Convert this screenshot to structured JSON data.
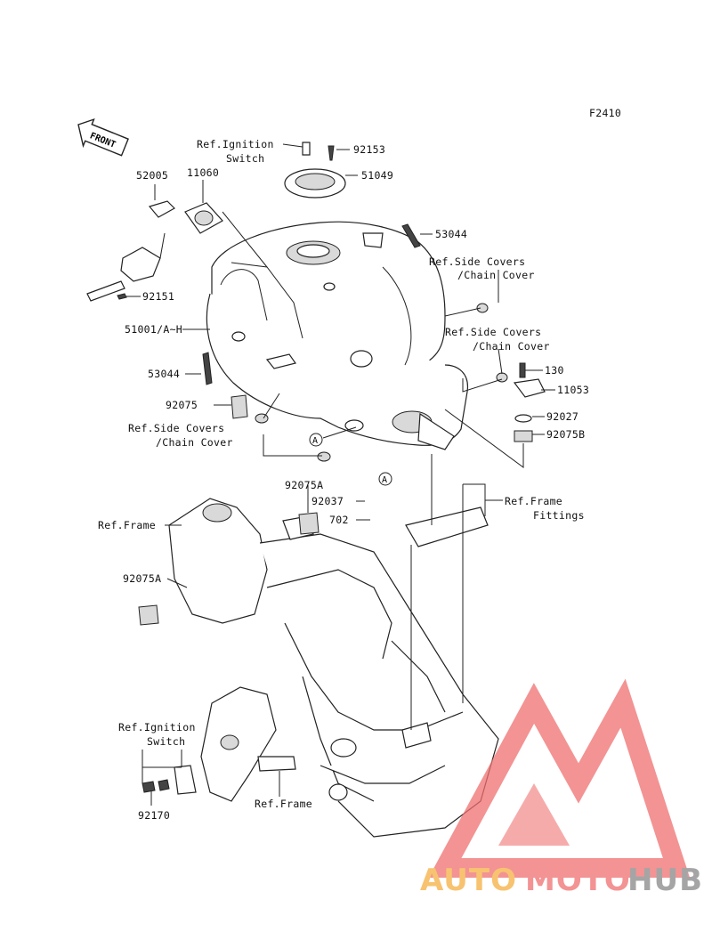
{
  "figure": {
    "code": "F2410",
    "front_label": "FRONT"
  },
  "markers": {
    "a": "A"
  },
  "labels": {
    "ref_ignition_1a": "Ref.Ignition",
    "ref_ignition_1b": "Switch",
    "ref_ignition_2a": "Ref.Ignition",
    "ref_ignition_2b": "Switch",
    "p92153": "92153",
    "p51049": "51049",
    "p52005": "52005",
    "p11060": "11060",
    "p53044": "53044",
    "ref_side_covers_a": "Ref.Side Covers",
    "ref_side_covers_b": "/Chain Cover",
    "p92151": "92151",
    "p51001": "51001/A~H",
    "p130": "130",
    "p11053": "11053",
    "p92075": "92075",
    "p92027": "92027",
    "p92075b": "92075B",
    "p92075a": "92075A",
    "ref_frame_fittings_a": "Ref.Frame",
    "ref_frame_fittings_b": "Fittings",
    "p92037": "92037",
    "p702": "702",
    "ref_frame": "Ref.Frame",
    "p92170": "92170"
  },
  "watermark": {
    "part1": "AUTO",
    "part2": "MOTO",
    "part3": "HUB",
    "colors": {
      "auto": "#f5b041",
      "moto": "#f07070",
      "hub": "#888888"
    }
  }
}
